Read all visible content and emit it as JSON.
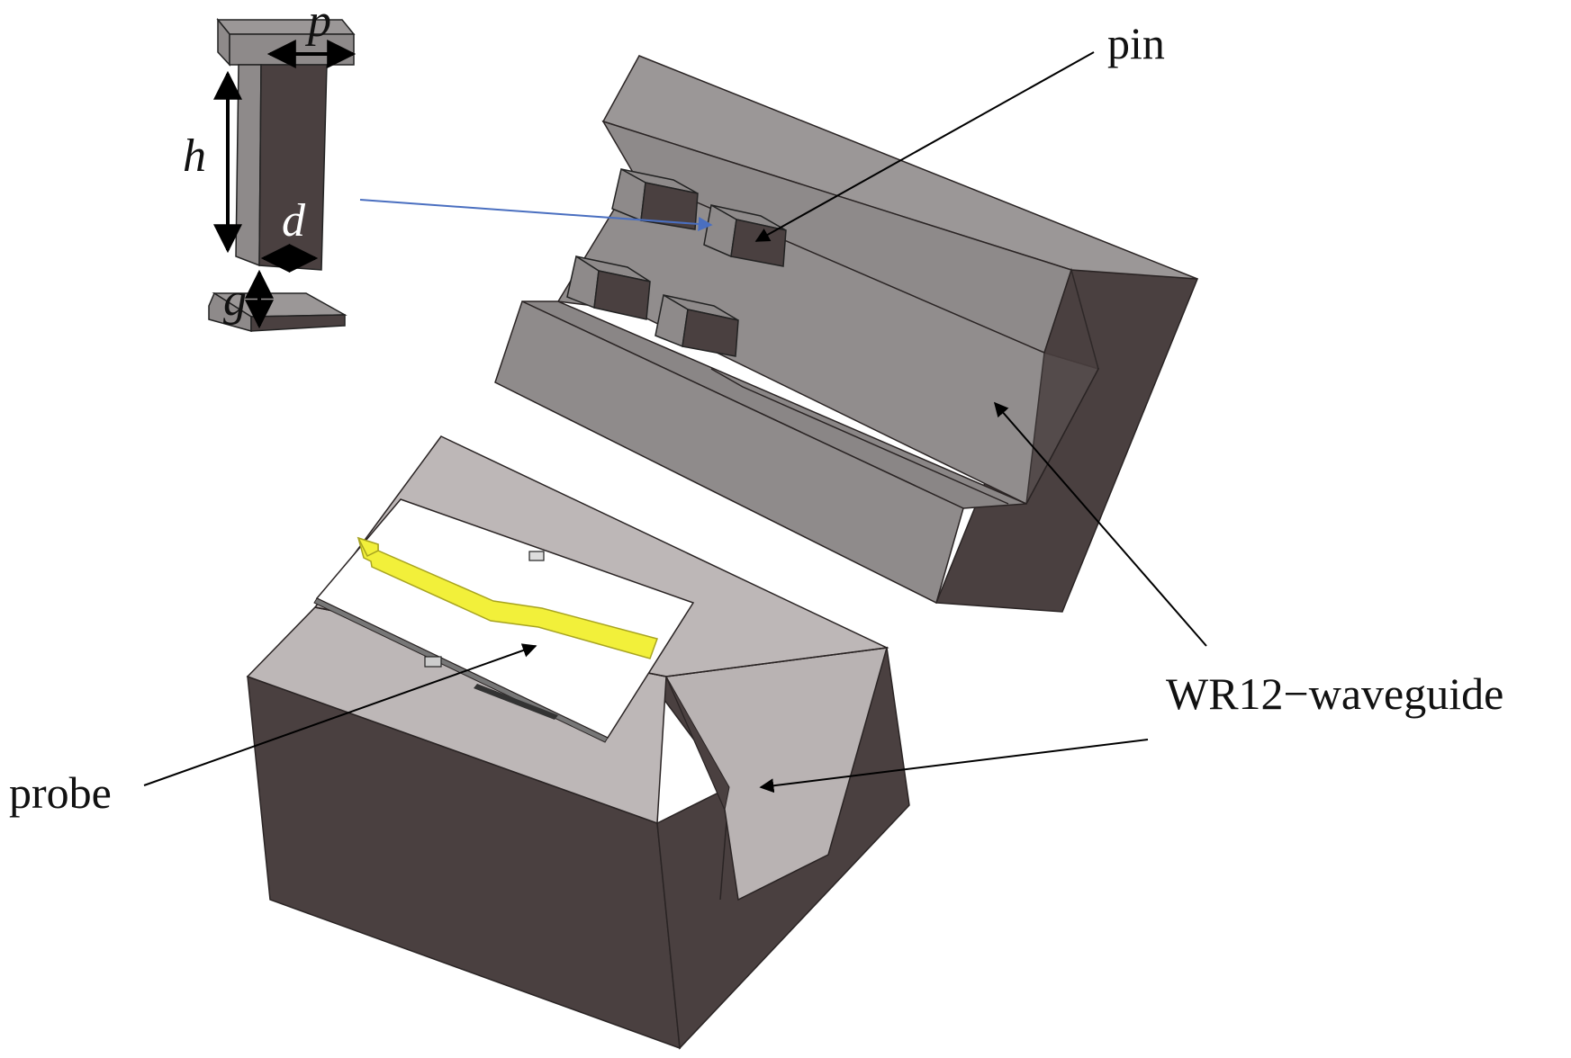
{
  "labels": {
    "pin": "pin",
    "waveguide": "WR12−waveguide",
    "probe": "probe"
  },
  "dimensions": {
    "p": "p",
    "h": "h",
    "d": "d",
    "g": "g"
  },
  "colors": {
    "top_face_light": "#8e8a8a",
    "top_face_upper": "#9b9797",
    "dark_face": "#4a4040",
    "lower_top_face": "#bdb7b7",
    "groove_floor": "#b9b3b3",
    "substrate": "#ffffff",
    "probe_strip": "#f2f03a",
    "blue_arrow": "#4a6fc0"
  }
}
